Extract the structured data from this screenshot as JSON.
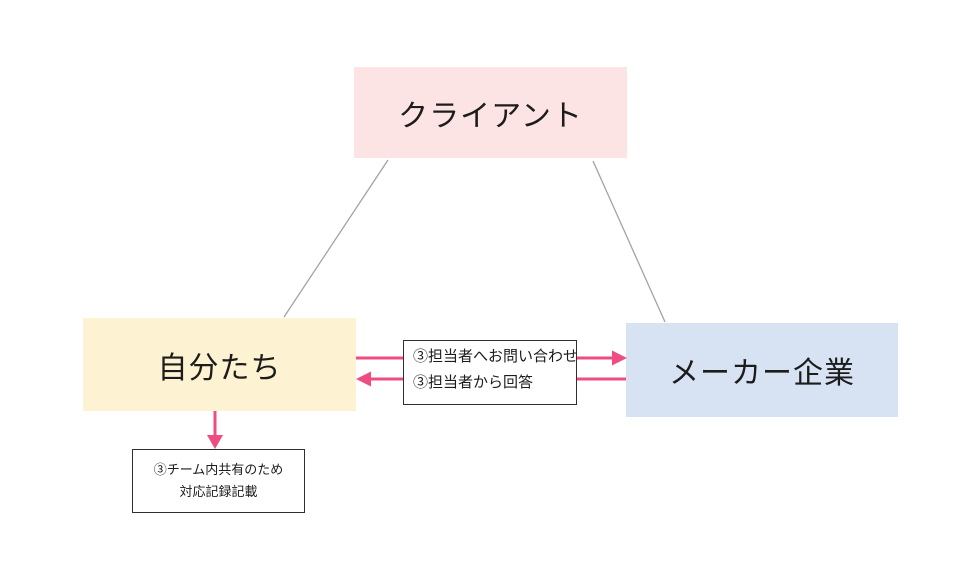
{
  "diagram": {
    "title_context": "three-party support flow diagram",
    "nodes": {
      "client": {
        "label": "クライアント",
        "bg": "#fce4e4"
      },
      "ourselves": {
        "label": "自分たち",
        "bg": "#fdf3d2"
      },
      "maker": {
        "label": "メーカー企業",
        "bg": "#d7e3f3"
      }
    },
    "exchange_callout": {
      "line1": "③担当者へお問い合わせ",
      "line2": "③担当者から回答"
    },
    "team_note_callout": {
      "line1": "③チーム内共有のため",
      "line2": "対応記録記載"
    },
    "edges": [
      {
        "name": "client-ourselves-connector",
        "from": "client",
        "to": "ourselves",
        "style": "plain-line",
        "color": "#a3a3a3"
      },
      {
        "name": "client-maker-connector",
        "from": "client",
        "to": "maker",
        "style": "plain-line",
        "color": "#a3a3a3"
      },
      {
        "name": "inquiry-arrow",
        "from": "ourselves",
        "to": "maker",
        "style": "arrow-right",
        "color": "#ef4d82"
      },
      {
        "name": "reply-arrow",
        "from": "maker",
        "to": "ourselves",
        "style": "arrow-left",
        "color": "#ef4d82"
      },
      {
        "name": "record-arrow",
        "from": "ourselves",
        "to": "team_note_callout",
        "style": "arrow-down",
        "color": "#ef4d82"
      }
    ],
    "colors": {
      "arrow": "#ef4d82",
      "connector": "#a3a3a3",
      "callout_border": "#2f2f2f",
      "text": "#1c1c1c",
      "background": "#ffffff"
    }
  }
}
